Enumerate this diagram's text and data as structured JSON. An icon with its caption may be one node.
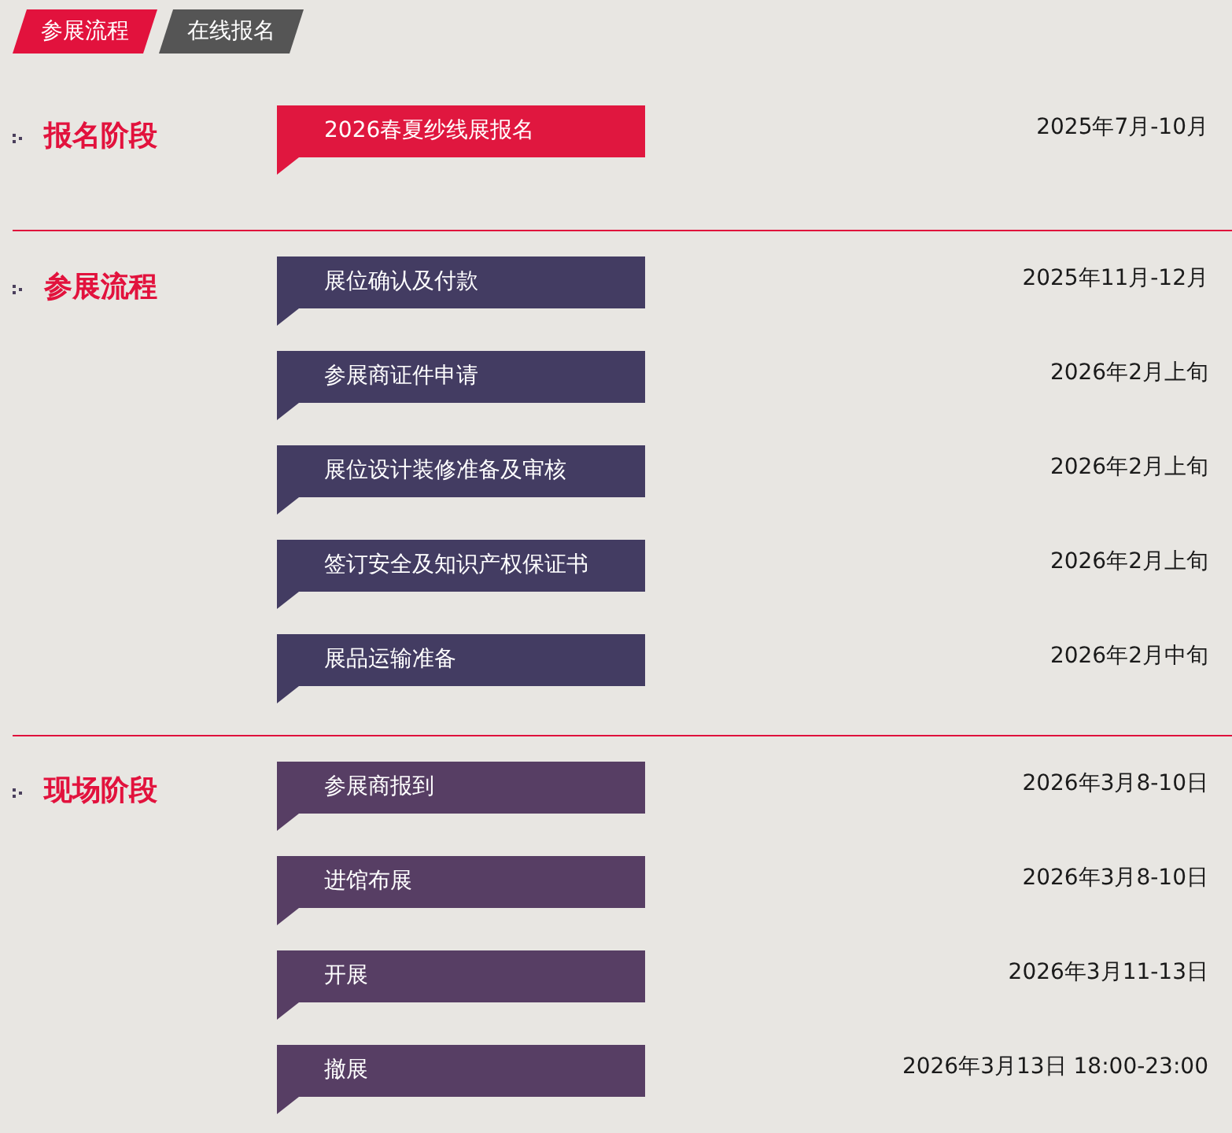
{
  "diagram": {
    "nodes": [
      {
        "text": [
          "参展流程"
        ]
      },
      {
        "text": [
          "在线报名"
        ]
      },
      {
        "text": [
          "2026春夏纱线展报名"
        ]
      },
      {
        "text": [
          "展位确认及付款"
        ]
      },
      {
        "text": [
          "参展商证件申请"
        ]
      },
      {
        "text": [
          "展位设计装修准备及审核"
        ]
      },
      {
        "text": [
          "签订安全及知识产权保证书"
        ]
      },
      {
        "text": [
          "展品运输准备"
        ]
      },
      {
        "text": [
          "参展商报到"
        ]
      },
      {
        "text": [
          "进馆布展"
        ]
      },
      {
        "text": [
          "开展"
        ]
      },
      {
        "text": [
          "撤展"
        ]
      }
    ],
    "labels": [
      "报名阶段",
      "2025年7月-10月",
      "参展流程",
      "2025年11月-12月",
      "2026年2月上旬",
      "2026年2月上旬",
      "2026年2月上旬",
      "2026年2月中旬",
      "现场阶段",
      "2026年3月8-10日",
      "2026年3月8-10日",
      "2026年3月11-13日",
      "2026年3月13日 18:00-23:00"
    ]
  }
}
